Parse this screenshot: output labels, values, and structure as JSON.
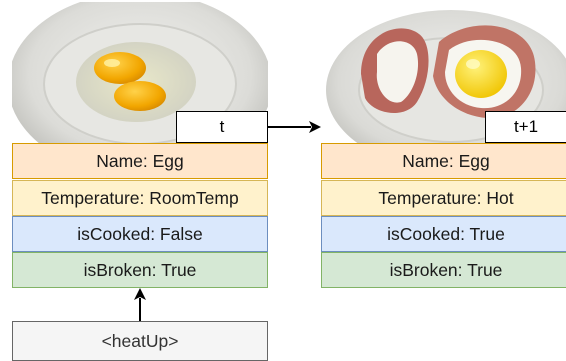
{
  "before": {
    "time_label": "t",
    "fields": [
      {
        "text": "Name: Egg"
      },
      {
        "text": "Temperature: RoomTemp"
      },
      {
        "text": "isCooked: False"
      },
      {
        "text": "isBroken: True"
      }
    ]
  },
  "after": {
    "time_label": "t+1",
    "fields": [
      {
        "text": "Name: Egg"
      },
      {
        "text": "Temperature: Hot"
      },
      {
        "text": "isCooked: True"
      },
      {
        "text": "isBroken: True"
      }
    ]
  },
  "action": {
    "label": "<heatUp>"
  },
  "colors": {
    "name_fill": "#ffe6cc",
    "name_border": "#d79b00",
    "temperature_fill": "#fff2cc",
    "temperature_border": "#d6b656",
    "cooked_fill": "#dae8fc",
    "cooked_border": "#6c8ebf",
    "broken_fill": "#d5e8d4",
    "broken_border": "#82b366",
    "action_fill": "#f5f5f5",
    "action_border": "#666666"
  }
}
